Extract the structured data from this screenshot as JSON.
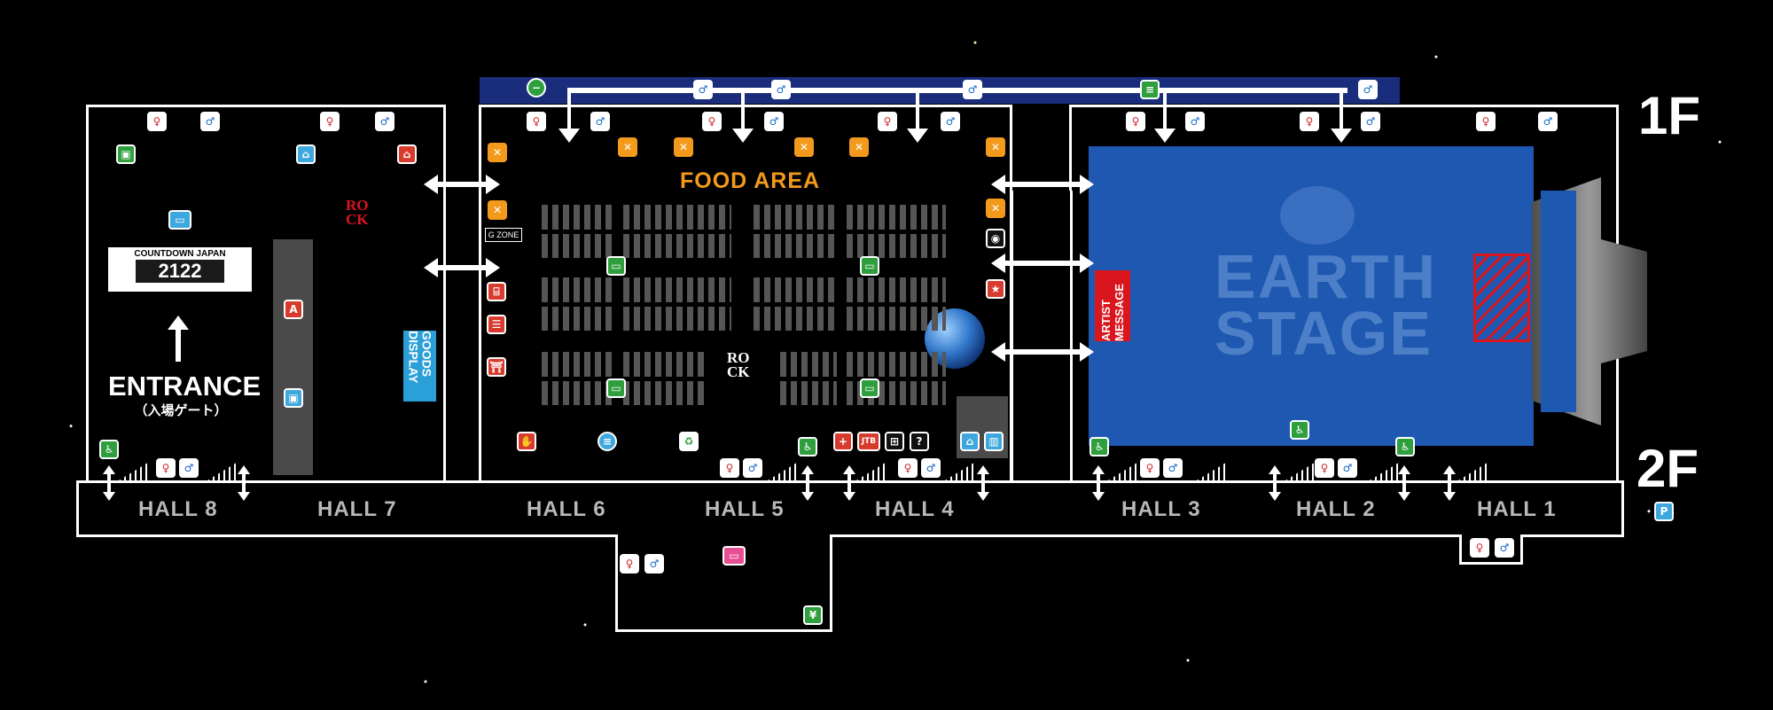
{
  "floor_labels": {
    "upper": "1F",
    "lower": "2F"
  },
  "food_area_label": "FOOD AREA",
  "goods_display_label": "GOODS DISPLAY",
  "artist_message_label": "ARTIST MESSAGE",
  "earth_stage": {
    "line1": "EARTH",
    "line2": "STAGE"
  },
  "entrance": {
    "label": "ENTRANCE",
    "sub": "（入場ゲート）"
  },
  "countdown_sign": {
    "top": "COUNTDOWN JAPAN",
    "year": "2122"
  },
  "rock_logo": "RO\nCK",
  "zone_label": "G ZONE",
  "jtb_label": "JTB",
  "halls": [
    "HALL 8",
    "HALL 7",
    "HALL 6",
    "HALL 5",
    "HALL 4",
    "HALL 3",
    "HALL 2",
    "HALL 1"
  ],
  "icons": {
    "male": "restroom-male-icon",
    "female": "restroom-female-icon",
    "food": "food-stall-icon",
    "accessible": "accessible-icon",
    "parking": "parking-icon",
    "yen": "atm-icon",
    "info": "information-icon",
    "first_aid": "first-aid-icon",
    "smoking": "smoking-area-icon",
    "cloak": "cloakroom-icon",
    "shop": "shop-icon"
  },
  "parking_glyph": "P",
  "yen_glyph": "¥",
  "info_glyph": "?",
  "colors": {
    "stage_blue": "#1f58b0",
    "food_orange": "#f39a1d",
    "arrow_navy": "#1a2d7c",
    "accent_red": "#d9161e",
    "label_grey": "#b9b9b9",
    "goods_blue": "#2a9fd8"
  }
}
